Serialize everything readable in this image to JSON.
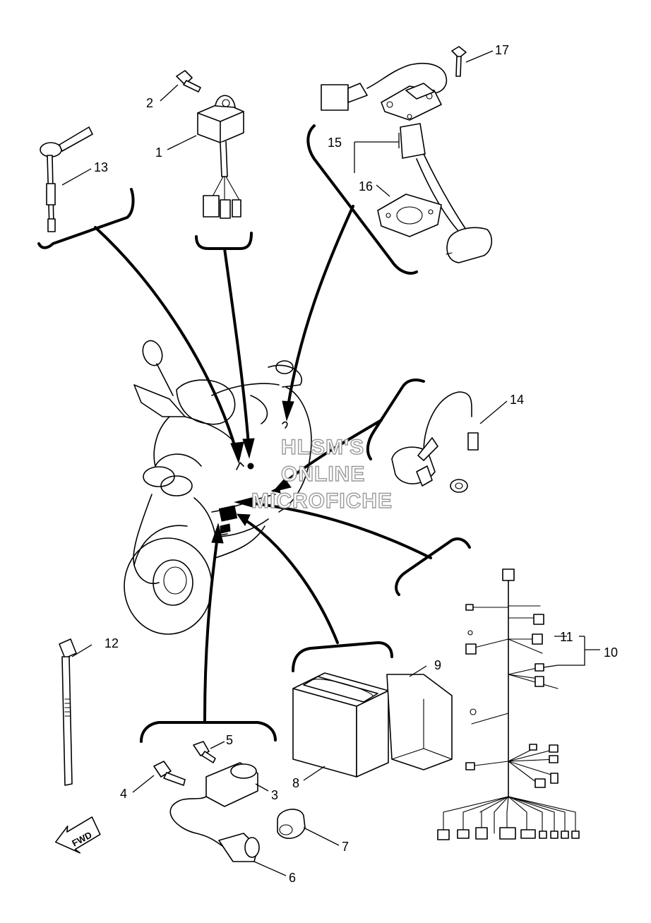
{
  "diagram": {
    "callouts": [
      {
        "id": "c1",
        "label": "1"
      },
      {
        "id": "c2",
        "label": "2"
      },
      {
        "id": "c3",
        "label": "3"
      },
      {
        "id": "c4",
        "label": "4"
      },
      {
        "id": "c5",
        "label": "5"
      },
      {
        "id": "c6",
        "label": "6"
      },
      {
        "id": "c7",
        "label": "7"
      },
      {
        "id": "c8",
        "label": "8"
      },
      {
        "id": "c9",
        "label": "9"
      },
      {
        "id": "c10",
        "label": "10"
      },
      {
        "id": "c11",
        "label": "11"
      },
      {
        "id": "c12",
        "label": "12"
      },
      {
        "id": "c13",
        "label": "13"
      },
      {
        "id": "c14",
        "label": "14"
      },
      {
        "id": "c15",
        "label": "15"
      },
      {
        "id": "c16",
        "label": "16"
      },
      {
        "id": "c17",
        "label": "17"
      }
    ],
    "watermark": [
      "HLSM'S",
      "ONLINE",
      "MICROFICHE"
    ],
    "direction_label": "FWD"
  }
}
